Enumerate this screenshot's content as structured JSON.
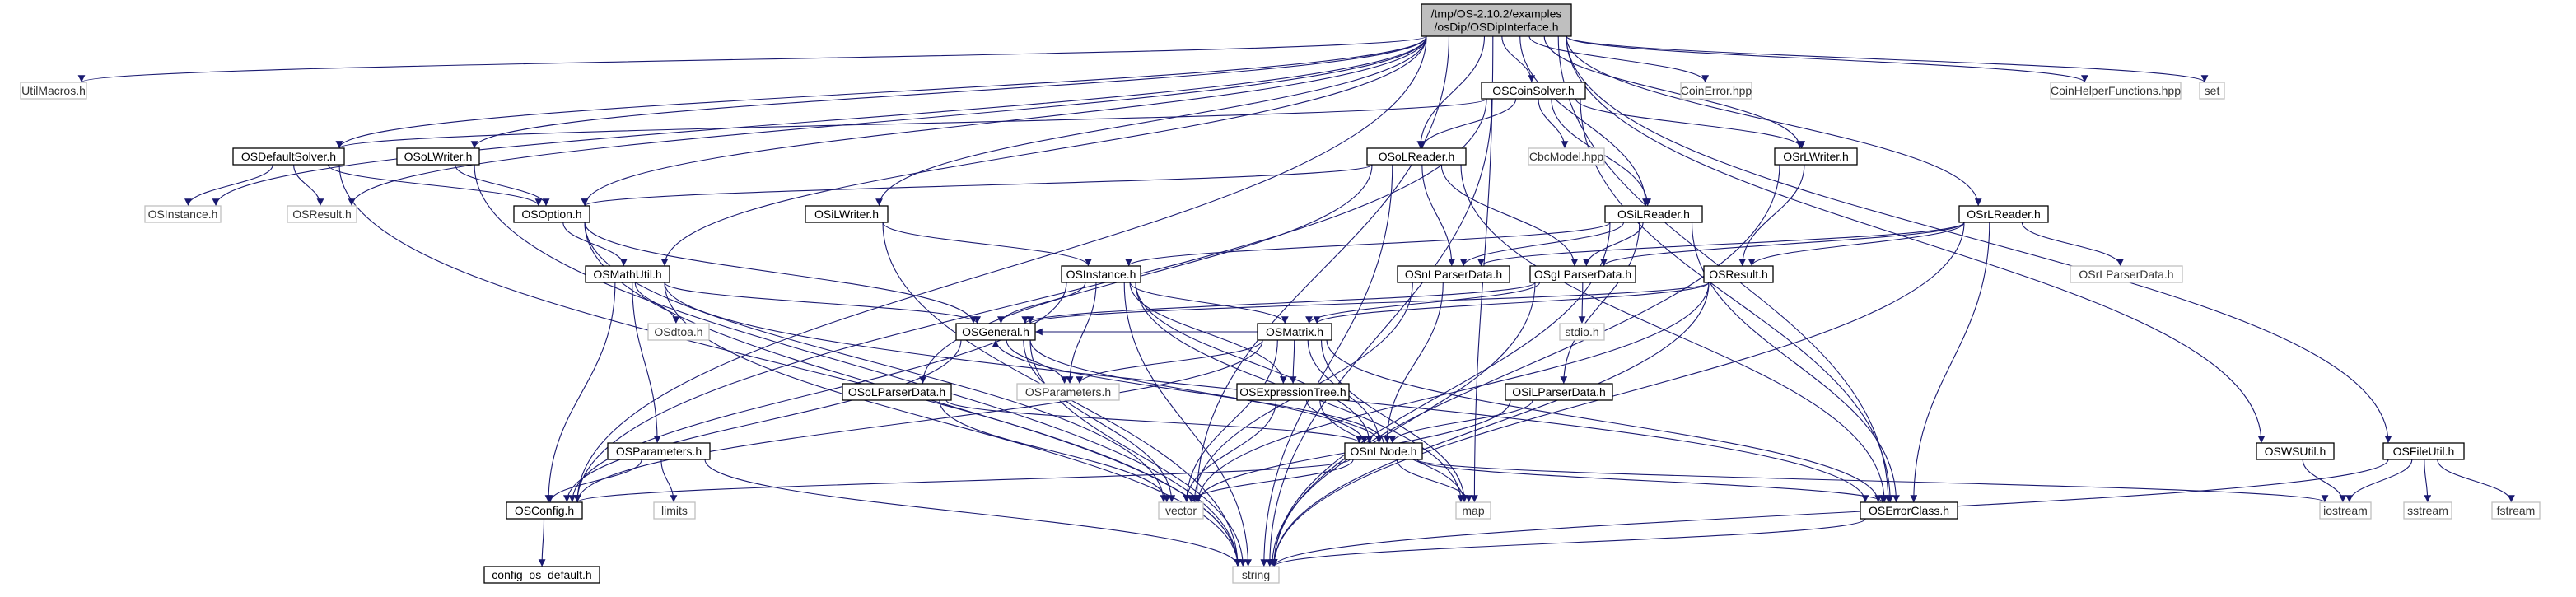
{
  "graph": {
    "root": "osdip",
    "colors": {
      "edge": "#191970",
      "root_fill": "#bfbfbf",
      "int_border": "#000000",
      "ext_border": "#bfbfbf"
    },
    "nodes": [
      {
        "id": "osdip",
        "label": [
          "/tmp/OS-2.10.2/examples",
          "/osDip/OSDipInterface.h"
        ],
        "kind": "root"
      },
      {
        "id": "utilmacros",
        "label": [
          "UtilMacros.h"
        ],
        "kind": "ext"
      },
      {
        "id": "coinsolver",
        "label": [
          "OSCoinSolver.h"
        ],
        "kind": "int"
      },
      {
        "id": "coinerror",
        "label": [
          "CoinError.hpp"
        ],
        "kind": "ext"
      },
      {
        "id": "coinhelper",
        "label": [
          "CoinHelperFunctions.hpp"
        ],
        "kind": "ext"
      },
      {
        "id": "set",
        "label": [
          "set"
        ],
        "kind": "ext"
      },
      {
        "id": "defaultsolver",
        "label": [
          "OSDefaultSolver.h"
        ],
        "kind": "int"
      },
      {
        "id": "oslwriter",
        "label": [
          "OSoLWriter.h"
        ],
        "kind": "int"
      },
      {
        "id": "oslreader",
        "label": [
          "OSoLReader.h"
        ],
        "kind": "int"
      },
      {
        "id": "cbcmodel",
        "label": [
          "CbcModel.hpp"
        ],
        "kind": "ext"
      },
      {
        "id": "osrlwriter",
        "label": [
          "OSrLWriter.h"
        ],
        "kind": "int"
      },
      {
        "id": "osinstance_ext",
        "label": [
          "OSInstance.h"
        ],
        "kind": "ext"
      },
      {
        "id": "osresult_ext",
        "label": [
          "OSResult.h"
        ],
        "kind": "ext"
      },
      {
        "id": "osoption",
        "label": [
          "OSOption.h"
        ],
        "kind": "int"
      },
      {
        "id": "osilwriter",
        "label": [
          "OSiLWriter.h"
        ],
        "kind": "int"
      },
      {
        "id": "osilreader",
        "label": [
          "OSiLReader.h"
        ],
        "kind": "int"
      },
      {
        "id": "osrlreader",
        "label": [
          "OSrLReader.h"
        ],
        "kind": "int"
      },
      {
        "id": "osmathutil",
        "label": [
          "OSMathUtil.h"
        ],
        "kind": "int"
      },
      {
        "id": "osinstance",
        "label": [
          "OSInstance.h"
        ],
        "kind": "int"
      },
      {
        "id": "osnlparserdata",
        "label": [
          "OSnLParserData.h"
        ],
        "kind": "int"
      },
      {
        "id": "osgl",
        "label": [
          "OSgLParserData.h"
        ],
        "kind": "int"
      },
      {
        "id": "osresult",
        "label": [
          "OSResult.h"
        ],
        "kind": "int"
      },
      {
        "id": "osrlparserdata",
        "label": [
          "OSrLParserData.h"
        ],
        "kind": "ext"
      },
      {
        "id": "osdtoa",
        "label": [
          "OSdtoa.h"
        ],
        "kind": "ext"
      },
      {
        "id": "osgeneral",
        "label": [
          "OSGeneral.h"
        ],
        "kind": "int"
      },
      {
        "id": "osmatrix",
        "label": [
          "OSMatrix.h"
        ],
        "kind": "int"
      },
      {
        "id": "stdio",
        "label": [
          "stdio.h"
        ],
        "kind": "ext"
      },
      {
        "id": "osolparserdata",
        "label": [
          "OSoLParserData.h"
        ],
        "kind": "int"
      },
      {
        "id": "osparameters_ext",
        "label": [
          "OSParameters.h"
        ],
        "kind": "ext"
      },
      {
        "id": "osexprtree",
        "label": [
          "OSExpressionTree.h"
        ],
        "kind": "int"
      },
      {
        "id": "osilparserdata",
        "label": [
          "OSiLParserData.h"
        ],
        "kind": "int"
      },
      {
        "id": "osparameters",
        "label": [
          "OSParameters.h"
        ],
        "kind": "int"
      },
      {
        "id": "osnlnode",
        "label": [
          "OSnLNode.h"
        ],
        "kind": "int"
      },
      {
        "id": "oswsutil",
        "label": [
          "OSWSUtil.h"
        ],
        "kind": "int"
      },
      {
        "id": "osfileutil",
        "label": [
          "OSFileUtil.h"
        ],
        "kind": "int"
      },
      {
        "id": "osconfig",
        "label": [
          "OSConfig.h"
        ],
        "kind": "int"
      },
      {
        "id": "limits",
        "label": [
          "limits"
        ],
        "kind": "ext"
      },
      {
        "id": "vector",
        "label": [
          "vector"
        ],
        "kind": "ext"
      },
      {
        "id": "map",
        "label": [
          "map"
        ],
        "kind": "ext"
      },
      {
        "id": "oserrorclass",
        "label": [
          "OSErrorClass.h"
        ],
        "kind": "int"
      },
      {
        "id": "iostream",
        "label": [
          "iostream"
        ],
        "kind": "ext"
      },
      {
        "id": "sstream",
        "label": [
          "sstream"
        ],
        "kind": "ext"
      },
      {
        "id": "fstream",
        "label": [
          "fstream"
        ],
        "kind": "ext"
      },
      {
        "id": "configdefault",
        "label": [
          "config_os_default.h"
        ],
        "kind": "int"
      },
      {
        "id": "string",
        "label": [
          "string"
        ],
        "kind": "ext"
      }
    ],
    "edges": [
      [
        "osdip",
        "utilmacros"
      ],
      [
        "osdip",
        "coinsolver"
      ],
      [
        "osdip",
        "coinerror"
      ],
      [
        "osdip",
        "coinhelper"
      ],
      [
        "osdip",
        "set"
      ],
      [
        "osdip",
        "oswsutil"
      ],
      [
        "osdip",
        "osfileutil"
      ],
      [
        "osdip",
        "defaultsolver"
      ],
      [
        "osdip",
        "oslwriter"
      ],
      [
        "osdip",
        "oslreader"
      ],
      [
        "osdip",
        "osrlwriter"
      ],
      [
        "osdip",
        "osinstance_ext"
      ],
      [
        "osdip",
        "osresult_ext"
      ],
      [
        "osdip",
        "osoption"
      ],
      [
        "osdip",
        "osilwriter"
      ],
      [
        "osdip",
        "osilreader"
      ],
      [
        "osdip",
        "osrlreader"
      ],
      [
        "osdip",
        "osmathutil"
      ],
      [
        "osdip",
        "osconfig"
      ],
      [
        "osdip",
        "vector"
      ],
      [
        "osdip",
        "map"
      ],
      [
        "osdip",
        "oserrorclass"
      ],
      [
        "coinsolver",
        "defaultsolver"
      ],
      [
        "coinsolver",
        "oslreader"
      ],
      [
        "coinsolver",
        "cbcmodel"
      ],
      [
        "coinsolver",
        "osilreader"
      ],
      [
        "coinsolver",
        "osrlwriter"
      ],
      [
        "coinsolver",
        "osconfig"
      ],
      [
        "coinsolver",
        "oserrorclass"
      ],
      [
        "coinsolver",
        "string"
      ],
      [
        "defaultsolver",
        "osinstance_ext"
      ],
      [
        "defaultsolver",
        "osresult_ext"
      ],
      [
        "defaultsolver",
        "osoption"
      ],
      [
        "defaultsolver",
        "string"
      ],
      [
        "oslwriter",
        "osoption"
      ],
      [
        "oslwriter",
        "string"
      ],
      [
        "oslreader",
        "osoption"
      ],
      [
        "oslreader",
        "osolparserdata"
      ],
      [
        "oslreader",
        "osnlparserdata"
      ],
      [
        "oslreader",
        "osgl"
      ],
      [
        "oslreader",
        "oserrorclass"
      ],
      [
        "oslreader",
        "string"
      ],
      [
        "osrlwriter",
        "osresult"
      ],
      [
        "osrlwriter",
        "string"
      ],
      [
        "osoption",
        "osmathutil"
      ],
      [
        "osoption",
        "osgeneral"
      ],
      [
        "osoption",
        "vector"
      ],
      [
        "osoption",
        "string"
      ],
      [
        "osilwriter",
        "osinstance"
      ],
      [
        "osilwriter",
        "string"
      ],
      [
        "osilreader",
        "osinstance"
      ],
      [
        "osilreader",
        "osnlparserdata"
      ],
      [
        "osilreader",
        "osgl"
      ],
      [
        "osilreader",
        "osilparserdata"
      ],
      [
        "osilreader",
        "oserrorclass"
      ],
      [
        "osilreader",
        "string"
      ],
      [
        "osrlreader",
        "osresult"
      ],
      [
        "osrlreader",
        "osnlparserdata"
      ],
      [
        "osrlreader",
        "osgl"
      ],
      [
        "osrlreader",
        "osrlparserdata"
      ],
      [
        "osrlreader",
        "oserrorclass"
      ],
      [
        "osrlreader",
        "string"
      ],
      [
        "osmathutil",
        "osdtoa"
      ],
      [
        "osmathutil",
        "osgeneral"
      ],
      [
        "osmathutil",
        "osparameters"
      ],
      [
        "osmathutil",
        "osconfig"
      ],
      [
        "osmathutil",
        "string"
      ],
      [
        "osmathutil",
        "oserrorclass"
      ],
      [
        "osinstance",
        "osgeneral"
      ],
      [
        "osinstance",
        "osmatrix"
      ],
      [
        "osinstance",
        "osexprtree"
      ],
      [
        "osinstance",
        "osparameters_ext"
      ],
      [
        "osinstance",
        "osnlnode"
      ],
      [
        "osinstance",
        "osconfig"
      ],
      [
        "osinstance",
        "string"
      ],
      [
        "osinstance",
        "map"
      ],
      [
        "osnlparserdata",
        "osnlnode"
      ],
      [
        "osnlparserdata",
        "vector"
      ],
      [
        "osgl",
        "osgeneral"
      ],
      [
        "osgl",
        "osmatrix"
      ],
      [
        "osgl",
        "stdio"
      ],
      [
        "osgl",
        "string"
      ],
      [
        "osresult",
        "osgeneral"
      ],
      [
        "osresult",
        "osmatrix"
      ],
      [
        "osresult",
        "vector"
      ],
      [
        "osresult",
        "string"
      ],
      [
        "osgeneral",
        "osparameters_ext"
      ],
      [
        "osgeneral",
        "osconfig"
      ],
      [
        "osgeneral",
        "osnlnode"
      ],
      [
        "osgeneral",
        "vector"
      ],
      [
        "osgeneral",
        "string"
      ],
      [
        "osmatrix",
        "osgeneral"
      ],
      [
        "osmatrix",
        "osparameters_ext"
      ],
      [
        "osmatrix",
        "osexprtree"
      ],
      [
        "osmatrix",
        "osnlnode"
      ],
      [
        "osmatrix",
        "osconfig"
      ],
      [
        "osmatrix",
        "vector"
      ],
      [
        "osmatrix",
        "oserrorclass"
      ],
      [
        "osmatrix",
        "map"
      ],
      [
        "osolparserdata",
        "osnlnode"
      ],
      [
        "osolparserdata",
        "vector"
      ],
      [
        "osexprtree",
        "osnlnode"
      ],
      [
        "osexprtree",
        "vector"
      ],
      [
        "osexprtree",
        "map"
      ],
      [
        "osilparserdata",
        "osnlnode"
      ],
      [
        "osilparserdata",
        "vector"
      ],
      [
        "osparameters",
        "osconfig"
      ],
      [
        "osparameters",
        "limits"
      ],
      [
        "osparameters",
        "string"
      ],
      [
        "osnlnode",
        "osgeneral"
      ],
      [
        "osnlnode",
        "osconfig"
      ],
      [
        "osnlnode",
        "vector"
      ],
      [
        "osnlnode",
        "map"
      ],
      [
        "osnlnode",
        "oserrorclass"
      ],
      [
        "osnlnode",
        "iostream"
      ],
      [
        "oswsutil",
        "iostream"
      ],
      [
        "osfileutil",
        "iostream"
      ],
      [
        "osfileutil",
        "sstream"
      ],
      [
        "osfileutil",
        "fstream"
      ],
      [
        "osfileutil",
        "string"
      ],
      [
        "osconfig",
        "configdefault"
      ],
      [
        "oserrorclass",
        "string"
      ]
    ]
  }
}
